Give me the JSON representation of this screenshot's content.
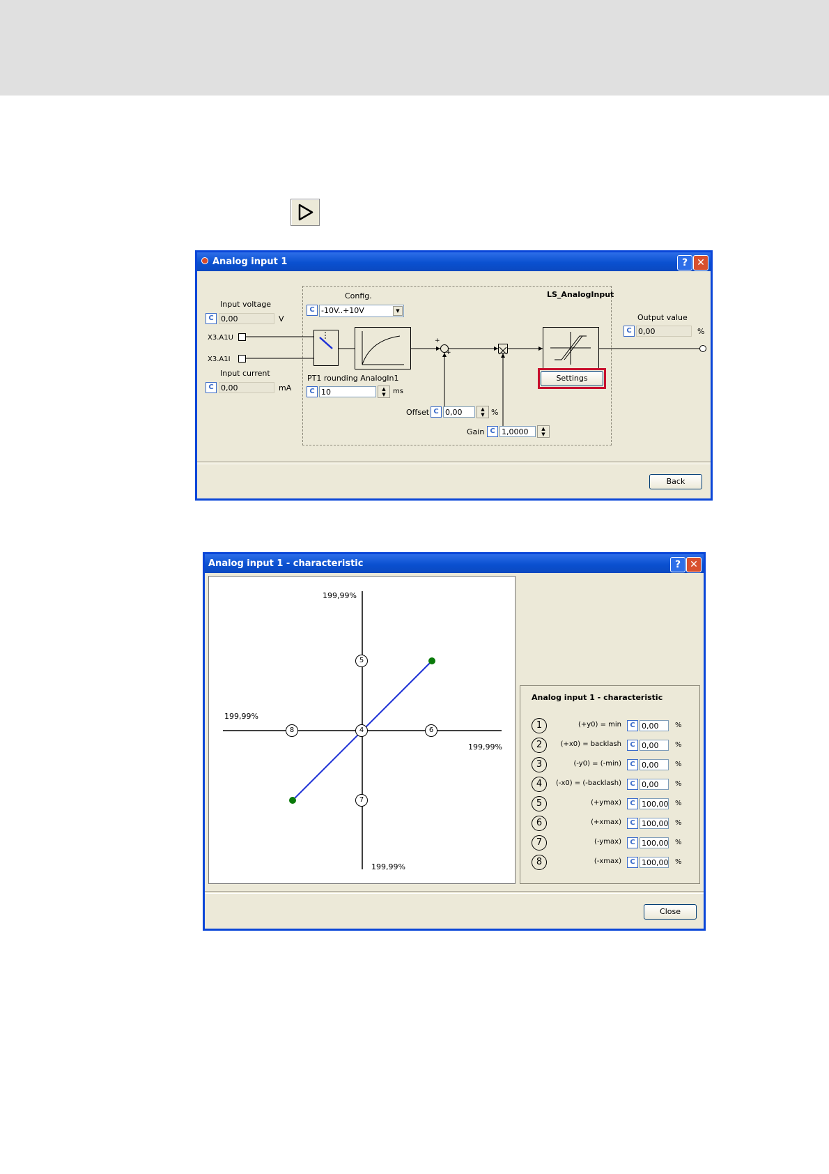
{
  "dialog1": {
    "title": "Analog input 1",
    "config_label": "Config.",
    "config_value": "-10V..+10V",
    "block_name": "LS_AnalogInput",
    "input_voltage_label": "Input voltage",
    "input_voltage_value": "0,00",
    "input_voltage_unit": "V",
    "terminal_u": "X3.A1U",
    "terminal_i": "X3.A1I",
    "input_current_label": "Input current",
    "input_current_value": "0,00",
    "input_current_unit": "mA",
    "pt1_label": "PT1 rounding AnalogIn1",
    "pt1_value": "10",
    "pt1_unit": "ms",
    "output_label": "Output value",
    "output_value": "0,00",
    "output_unit": "%",
    "settings_button": "Settings",
    "offset_label": "Offset",
    "offset_value": "0,00",
    "offset_unit": "%",
    "gain_label": "Gain",
    "gain_value": "1,0000",
    "back_button": "Back",
    "c_label": "C"
  },
  "dialog2": {
    "title": "Analog input 1 - characteristic",
    "plot": {
      "top_label": "199,99%",
      "left_label": "199,99%",
      "right_label": "199,99%",
      "bottom_label": "199,99%"
    },
    "panel_title": "Analog input 1 - characteristic",
    "params": [
      {
        "num": "1",
        "label": "(+y0) = min",
        "value": "0,00",
        "unit": "%"
      },
      {
        "num": "2",
        "label": "(+x0) = backlash",
        "value": "0,00",
        "unit": "%"
      },
      {
        "num": "3",
        "label": "(-y0) = (-min)",
        "value": "0,00",
        "unit": "%"
      },
      {
        "num": "4",
        "label": "(-x0) = (-backlash)",
        "value": "0,00",
        "unit": "%"
      },
      {
        "num": "5",
        "label": "(+ymax)",
        "value": "100,00",
        "unit": "%"
      },
      {
        "num": "6",
        "label": "(+xmax)",
        "value": "100,00",
        "unit": "%"
      },
      {
        "num": "7",
        "label": "(-ymax)",
        "value": "100,00",
        "unit": "%"
      },
      {
        "num": "8",
        "label": "(-xmax)",
        "value": "100,00",
        "unit": "%"
      }
    ],
    "close_button": "Close",
    "c_label": "C"
  },
  "colors": {
    "title_blue": "#0a50d0",
    "highlight_red": "#c8102e",
    "curve_blue": "#1c2fd6",
    "endpoint_green": "#0a7a0a"
  }
}
